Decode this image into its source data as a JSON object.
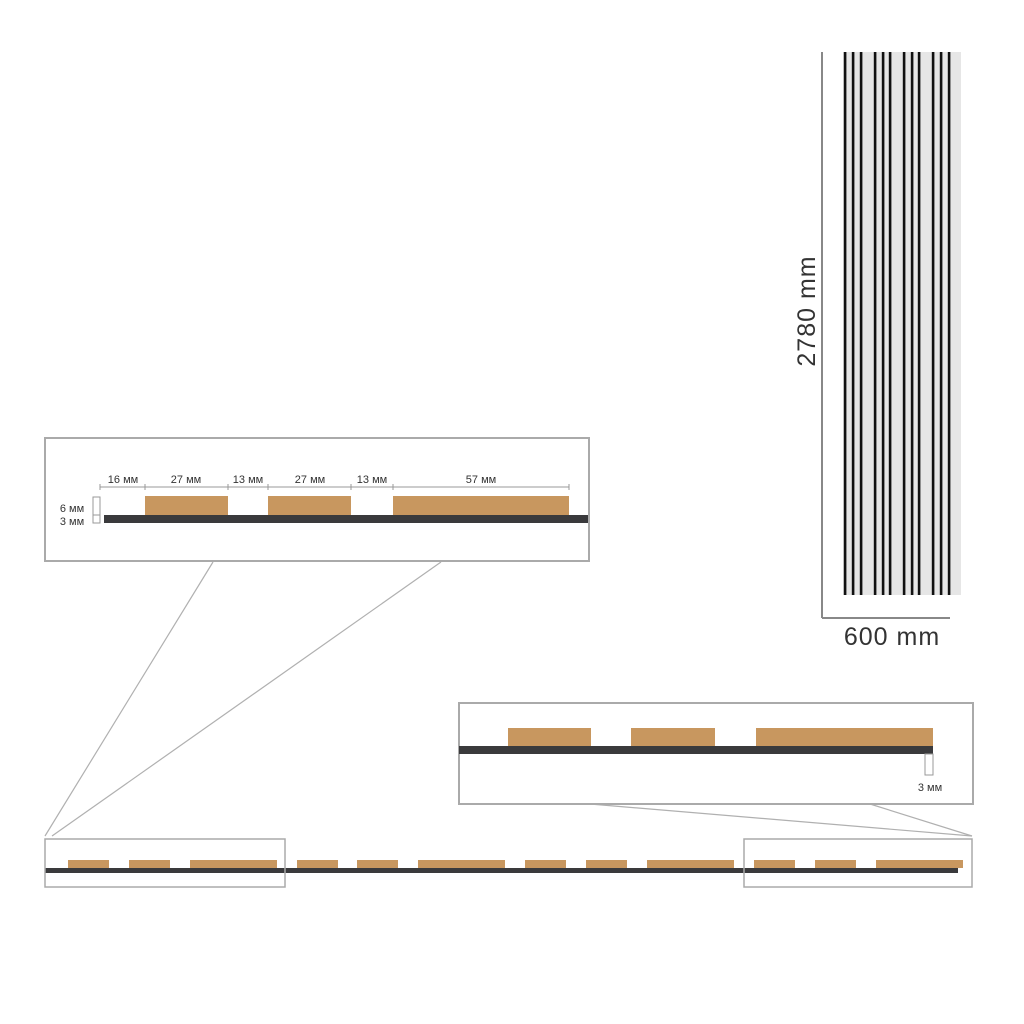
{
  "panel": {
    "height_label": "2780 mm",
    "width_label": "600 mm"
  },
  "detail_top": {
    "dims": [
      "16 мм",
      "27 мм",
      "13 мм",
      "27 мм",
      "13 мм",
      "57 мм"
    ],
    "slat_height": "6 мм",
    "base_height": "3 мм"
  },
  "detail_right": {
    "edge_label": "3 мм"
  },
  "colors": {
    "wood": "#c8975f",
    "base": "#3a3a3c",
    "frame": "#a8a8a8",
    "panel": "#e4e4e4"
  }
}
